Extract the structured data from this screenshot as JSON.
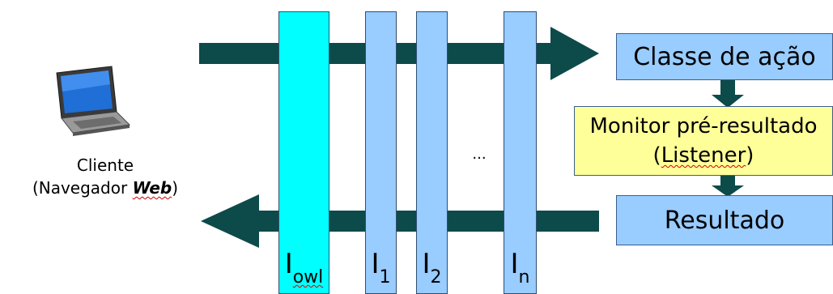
{
  "client": {
    "label_line1": "Cliente",
    "label_line2_prefix": "(Navegador ",
    "label_line2_web": "Web",
    "label_line2_suffix": ")",
    "icon": "laptop-icon"
  },
  "interceptors": {
    "owl": {
      "main": "I",
      "sub": "owl"
    },
    "first": {
      "main": "I",
      "sub": "1"
    },
    "second": {
      "main": "I",
      "sub": "2"
    },
    "nth": {
      "main": "I",
      "sub": "n"
    },
    "ellipsis": "..."
  },
  "boxes": {
    "action": "Classe de ação",
    "monitor_line1": "Monitor pré-resultado",
    "monitor_line2_prefix": "(",
    "monitor_line2_listener": "Listener",
    "monitor_line2_suffix": ")",
    "result": "Resultado"
  },
  "colors": {
    "arrow": "#0d4a4a",
    "owl_interceptor": "#00ffff",
    "interceptor": "#99ccff",
    "action_box": "#99ccff",
    "monitor_box": "#ffff99",
    "result_box": "#99ccff"
  }
}
